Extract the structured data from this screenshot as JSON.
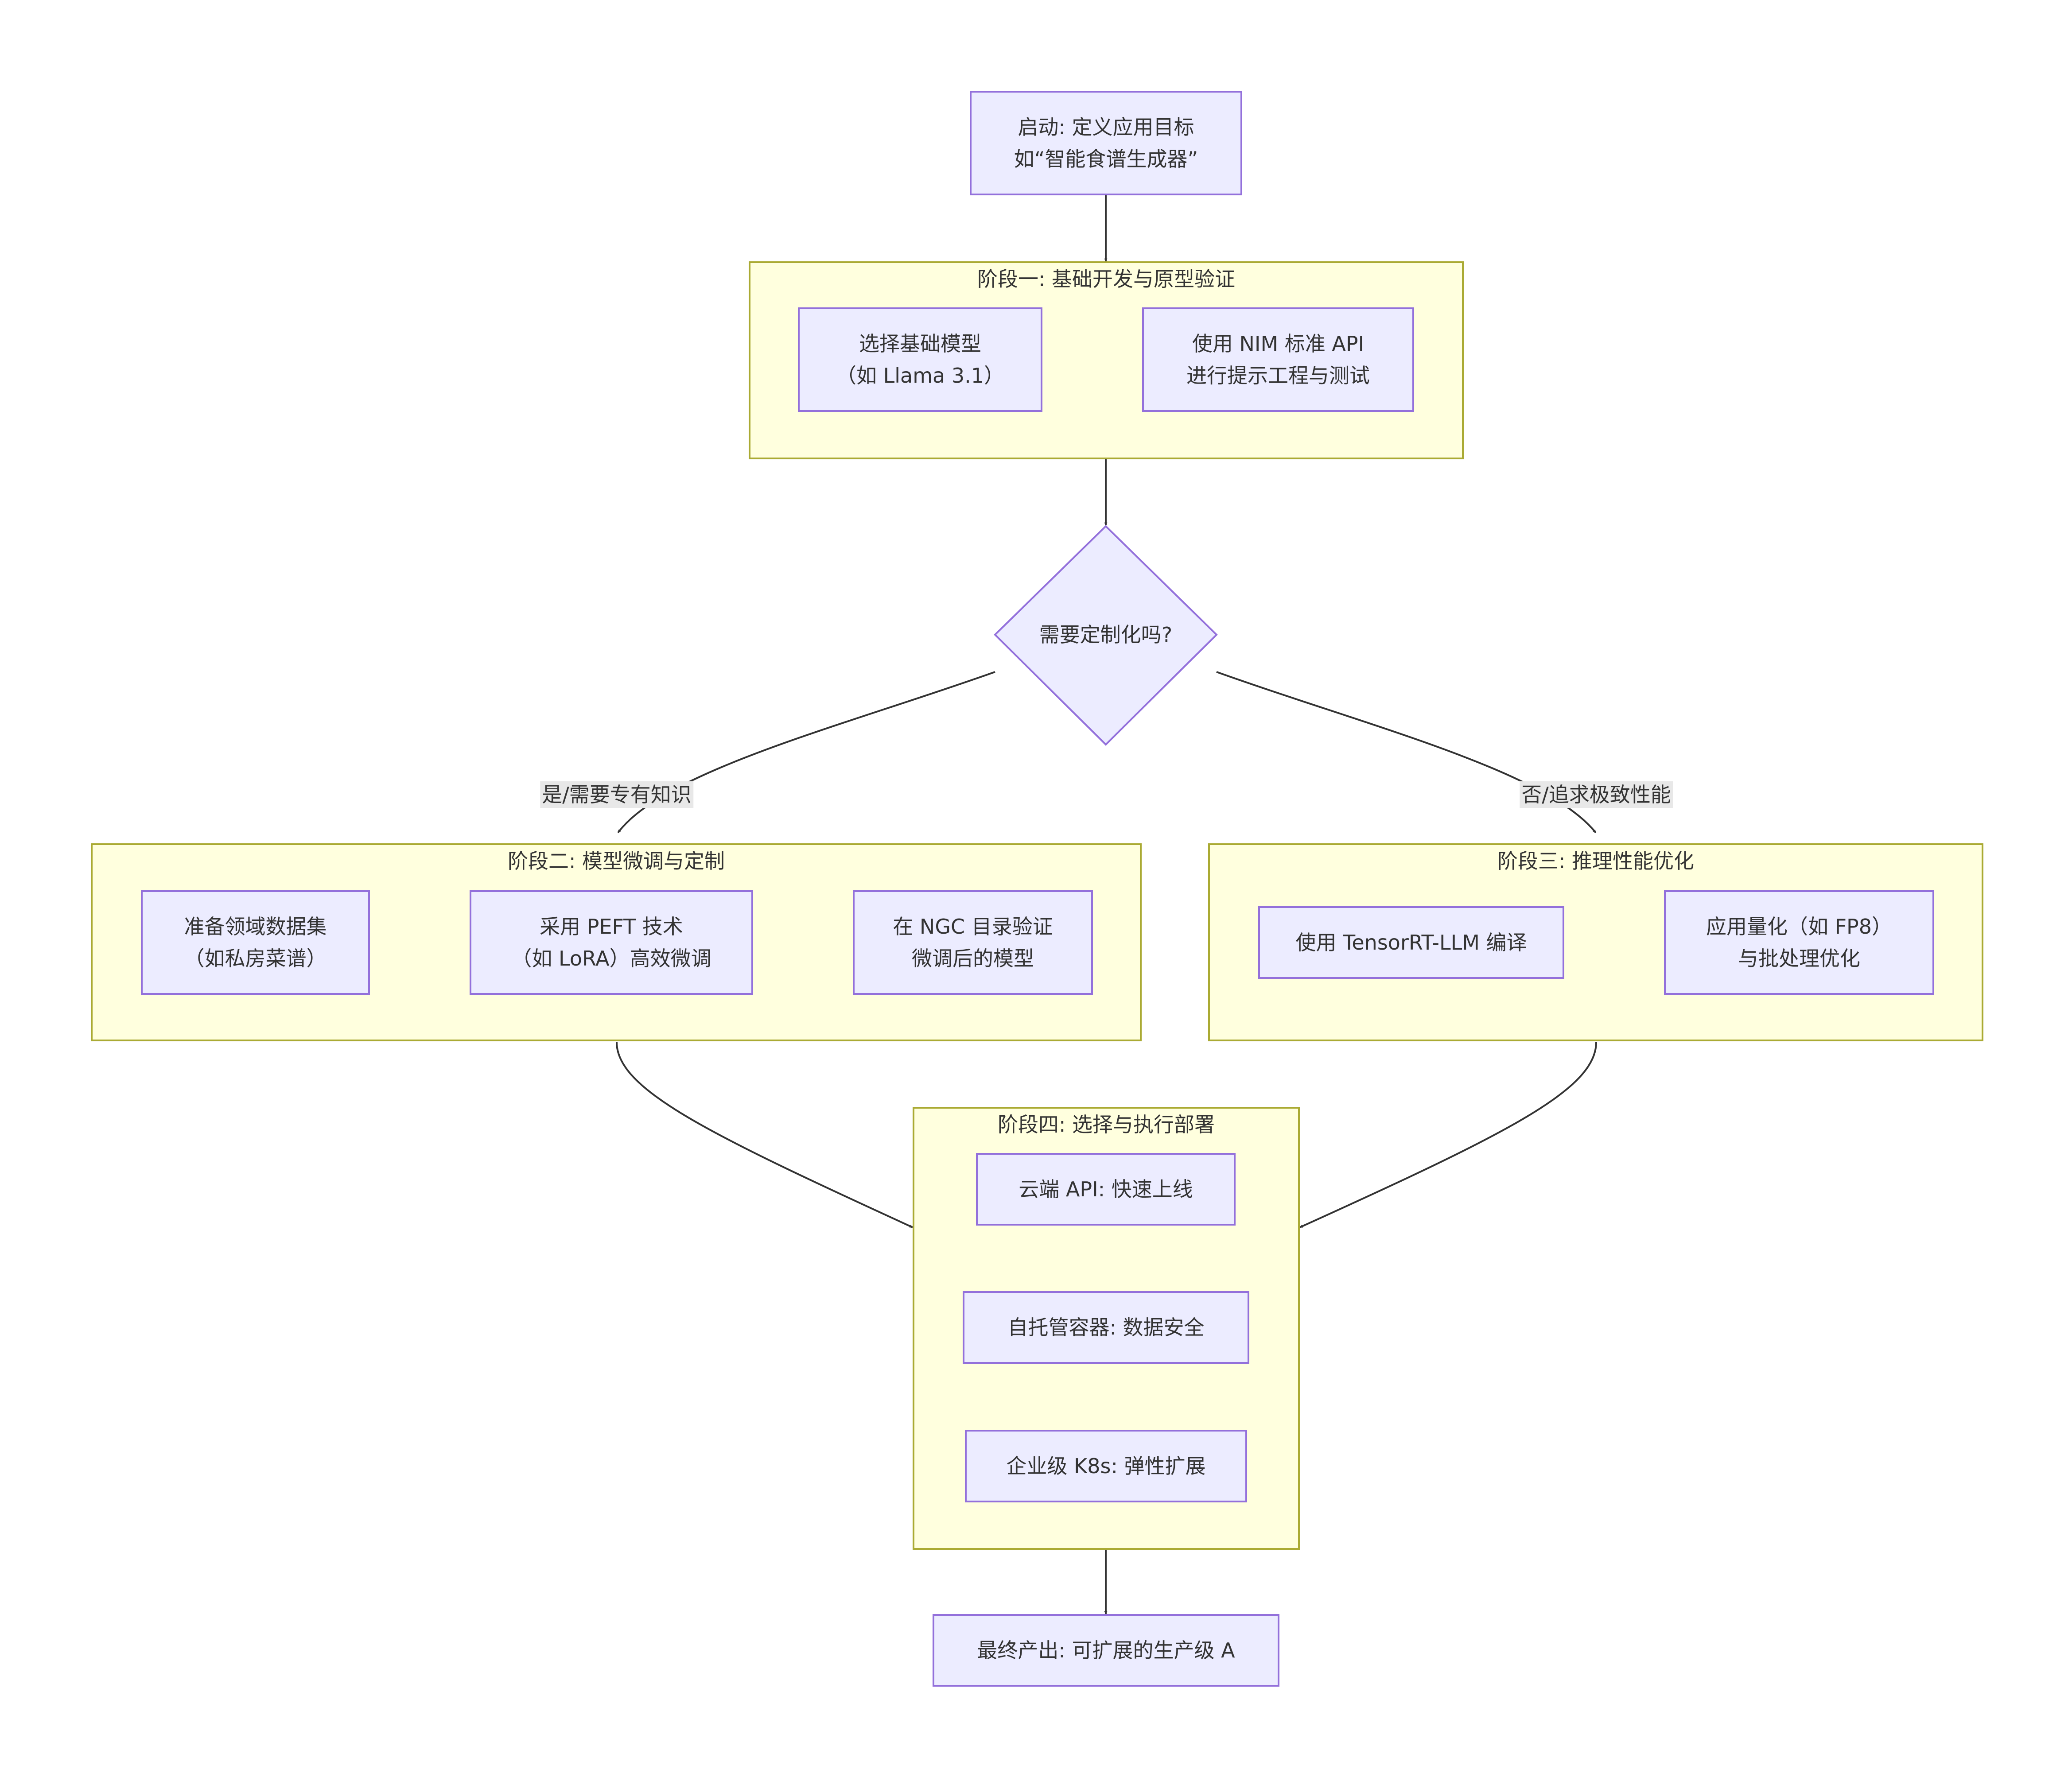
{
  "start": {
    "line1": "启动: 定义应用目标",
    "line2": "如“智能食谱生成器”"
  },
  "phase1": {
    "title": "阶段一: 基础开发与原型验证",
    "select_model": {
      "line1": "选择基础模型",
      "line2": "（如 Llama 3.1）"
    },
    "nim_api": {
      "line1": "使用 NIM 标准 API",
      "line2": "进行提示工程与测试"
    }
  },
  "decision": {
    "label": "需要定制化吗?"
  },
  "edges": {
    "yes_label": "是/需要专有知识",
    "no_label": "否/追求极致性能"
  },
  "phase2": {
    "title": "阶段二: 模型微调与定制",
    "prepare_data": {
      "line1": "准备领域数据集",
      "line2": "（如私房菜谱）"
    },
    "peft": {
      "line1": "采用 PEFT 技术",
      "line2": "（如 LoRA）高效微调"
    },
    "ngc_verify": {
      "line1": "在 NGC 目录验证",
      "line2": "微调后的模型"
    }
  },
  "phase3": {
    "title": "阶段三: 推理性能优化",
    "tensorrt": {
      "line1": "使用 TensorRT-LLM 编译"
    },
    "quantize": {
      "line1": "应用量化（如 FP8）",
      "line2": "与批处理优化"
    }
  },
  "phase4": {
    "title": "阶段四: 选择与执行部署",
    "cloud_api": "云端 API: 快速上线",
    "self_hosted": "自托管容器: 数据安全",
    "k8s": "企业级 K8s: 弹性扩展"
  },
  "final": {
    "label": "最终产出: 可扩展的生产级 A"
  },
  "colors": {
    "node_fill": "#ececff",
    "node_border": "#9370db",
    "group_fill": "#ffffde",
    "group_border": "#aaaa33",
    "edge": "#333333",
    "edge_label_bg": "#e8e8e8"
  }
}
